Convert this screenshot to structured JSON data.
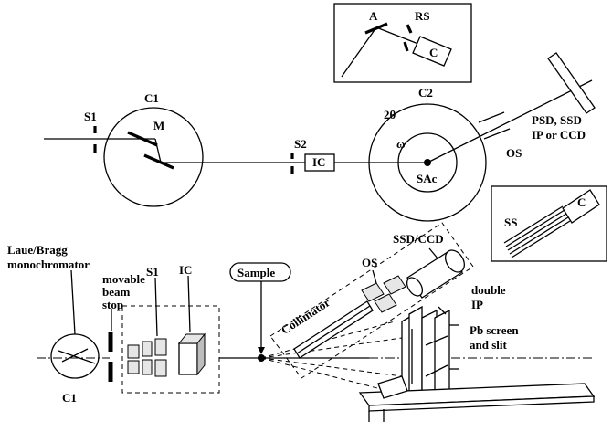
{
  "top": {
    "c1": "C1",
    "s1": "S1",
    "m": "M",
    "s2": "S2",
    "ic": "IC",
    "c2": "C2",
    "two_theta": "2θ",
    "omega": "ω",
    "sac": "SAc",
    "os": "OS",
    "detector_line1": "PSD, SSD",
    "detector_line2": "IP or CCD"
  },
  "inset_analyzer": {
    "a": "A",
    "rs": "RS",
    "c": "C"
  },
  "inset_soller": {
    "ss": "SS",
    "c": "C"
  },
  "bottom": {
    "mono_line1": "Laue/Bragg",
    "mono_line2": "monochromator",
    "stop_line1": "movable",
    "stop_line2": "beam",
    "stop_line3": "stop",
    "s1": "S1",
    "ic": "IC",
    "c1": "C1",
    "sample": "Sample",
    "os": "OS",
    "ssd_ccd": "SSD/CCD",
    "collimator": "Collimator",
    "double_line1": "double",
    "double_line2": "IP",
    "pb_line1": "Pb screen",
    "pb_line2": "and slit"
  }
}
